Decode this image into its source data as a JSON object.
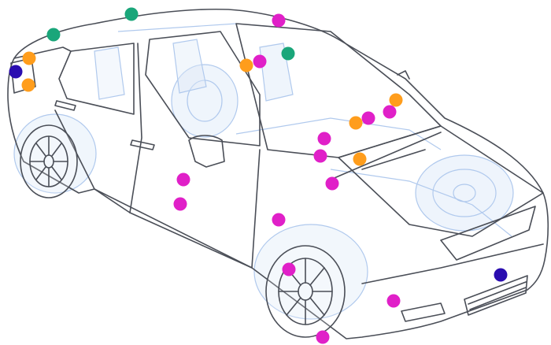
{
  "palette": {
    "magenta": "#e020c8",
    "orange": "#ff9d1c",
    "green": "#1aa67a",
    "navy": "#2a0db0",
    "outline": "#4a4e57",
    "ghost": "#a8c4ec",
    "ghost_fill": "#dce8f8"
  },
  "markers": [
    {
      "id": "marker-1",
      "color": "green"
    },
    {
      "id": "marker-2",
      "color": "green"
    },
    {
      "id": "marker-3",
      "color": "magenta"
    },
    {
      "id": "marker-4",
      "color": "orange"
    },
    {
      "id": "marker-5",
      "color": "navy"
    },
    {
      "id": "marker-6",
      "color": "orange"
    },
    {
      "id": "marker-7",
      "color": "orange"
    },
    {
      "id": "marker-8",
      "color": "magenta"
    },
    {
      "id": "marker-9",
      "color": "green"
    },
    {
      "id": "marker-10",
      "color": "orange"
    },
    {
      "id": "marker-11",
      "color": "magenta"
    },
    {
      "id": "marker-12",
      "color": "magenta"
    },
    {
      "id": "marker-13",
      "color": "orange"
    },
    {
      "id": "marker-14",
      "color": "magenta"
    },
    {
      "id": "marker-15",
      "color": "magenta"
    },
    {
      "id": "marker-16",
      "color": "orange"
    },
    {
      "id": "marker-17",
      "color": "magenta"
    },
    {
      "id": "marker-18",
      "color": "magenta"
    },
    {
      "id": "marker-19",
      "color": "magenta"
    },
    {
      "id": "marker-20",
      "color": "magenta"
    },
    {
      "id": "marker-21",
      "color": "magenta"
    },
    {
      "id": "marker-22",
      "color": "navy"
    },
    {
      "id": "marker-23",
      "color": "magenta"
    },
    {
      "id": "marker-24",
      "color": "magenta"
    }
  ]
}
